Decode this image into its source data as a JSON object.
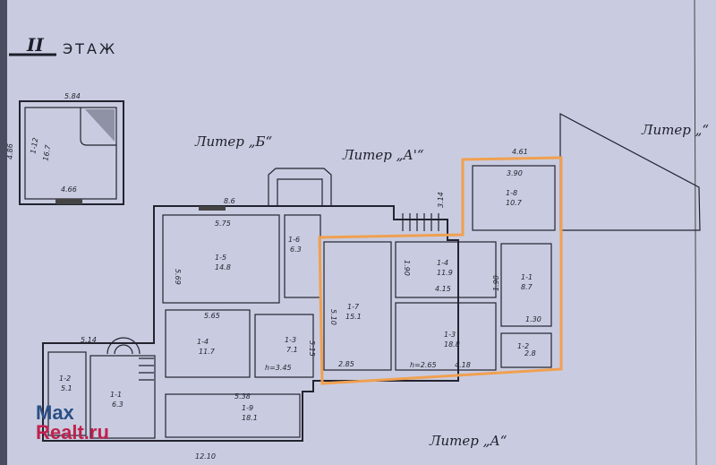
{
  "floor_title": {
    "numeral": "II",
    "word": "ЭТАЖ"
  },
  "liter_labels": {
    "b": "Литер „Б“",
    "a_prime": "Литер „А'“",
    "right": "Литер „“",
    "a": "Литер „А“"
  },
  "dimensions": {
    "small_top": "5.84",
    "small_bottom": "4.66",
    "small_side": "4.86",
    "main_top": "8.6",
    "room_top": "5.75",
    "room_side": "5.69",
    "mid": "5.65",
    "mid_side": "5.15",
    "left_wing": "5.14",
    "bottom_total": "12.10",
    "bottom_room": "5.38",
    "orange_top": "4.61",
    "orange_inner_top": "3.90",
    "orange_side": "3.14",
    "orange_left": "5.10",
    "orange_mid": "1.90",
    "orange_room": "4.15",
    "orange_right": "1.90",
    "orange_small": "1.30",
    "orange_bottom_left": "2.85",
    "orange_bottom_mid": "4.18",
    "orange_height": "h=2.65",
    "mid_height": "h=3.45"
  },
  "rooms": [
    {
      "id": "1-12",
      "area": "16.7"
    },
    {
      "id": "1-5",
      "area": "14.8"
    },
    {
      "id": "1-6",
      "area": "6.3"
    },
    {
      "id": "1-4",
      "area": "11.7"
    },
    {
      "id": "1-3",
      "area": "7.1"
    },
    {
      "id": "1-2",
      "area": "5.1"
    },
    {
      "id": "1-1",
      "area": "6.3"
    },
    {
      "id": "1-9",
      "area": "18.1"
    },
    {
      "id": "1-8",
      "area": "10.7"
    },
    {
      "id": "1-7",
      "area": "15.1"
    },
    {
      "id": "1-4",
      "area": "11.9"
    },
    {
      "id": "1-1",
      "area": "8.7"
    },
    {
      "id": "1-3",
      "area": "18.8"
    },
    {
      "id": "1-2",
      "area": "2.8"
    }
  ],
  "watermark": {
    "line1": "Max",
    "line2": "Realt.ru"
  },
  "colors": {
    "paper": "#c9cce0",
    "ink": "#23232f",
    "highlight": "#f0a050"
  }
}
